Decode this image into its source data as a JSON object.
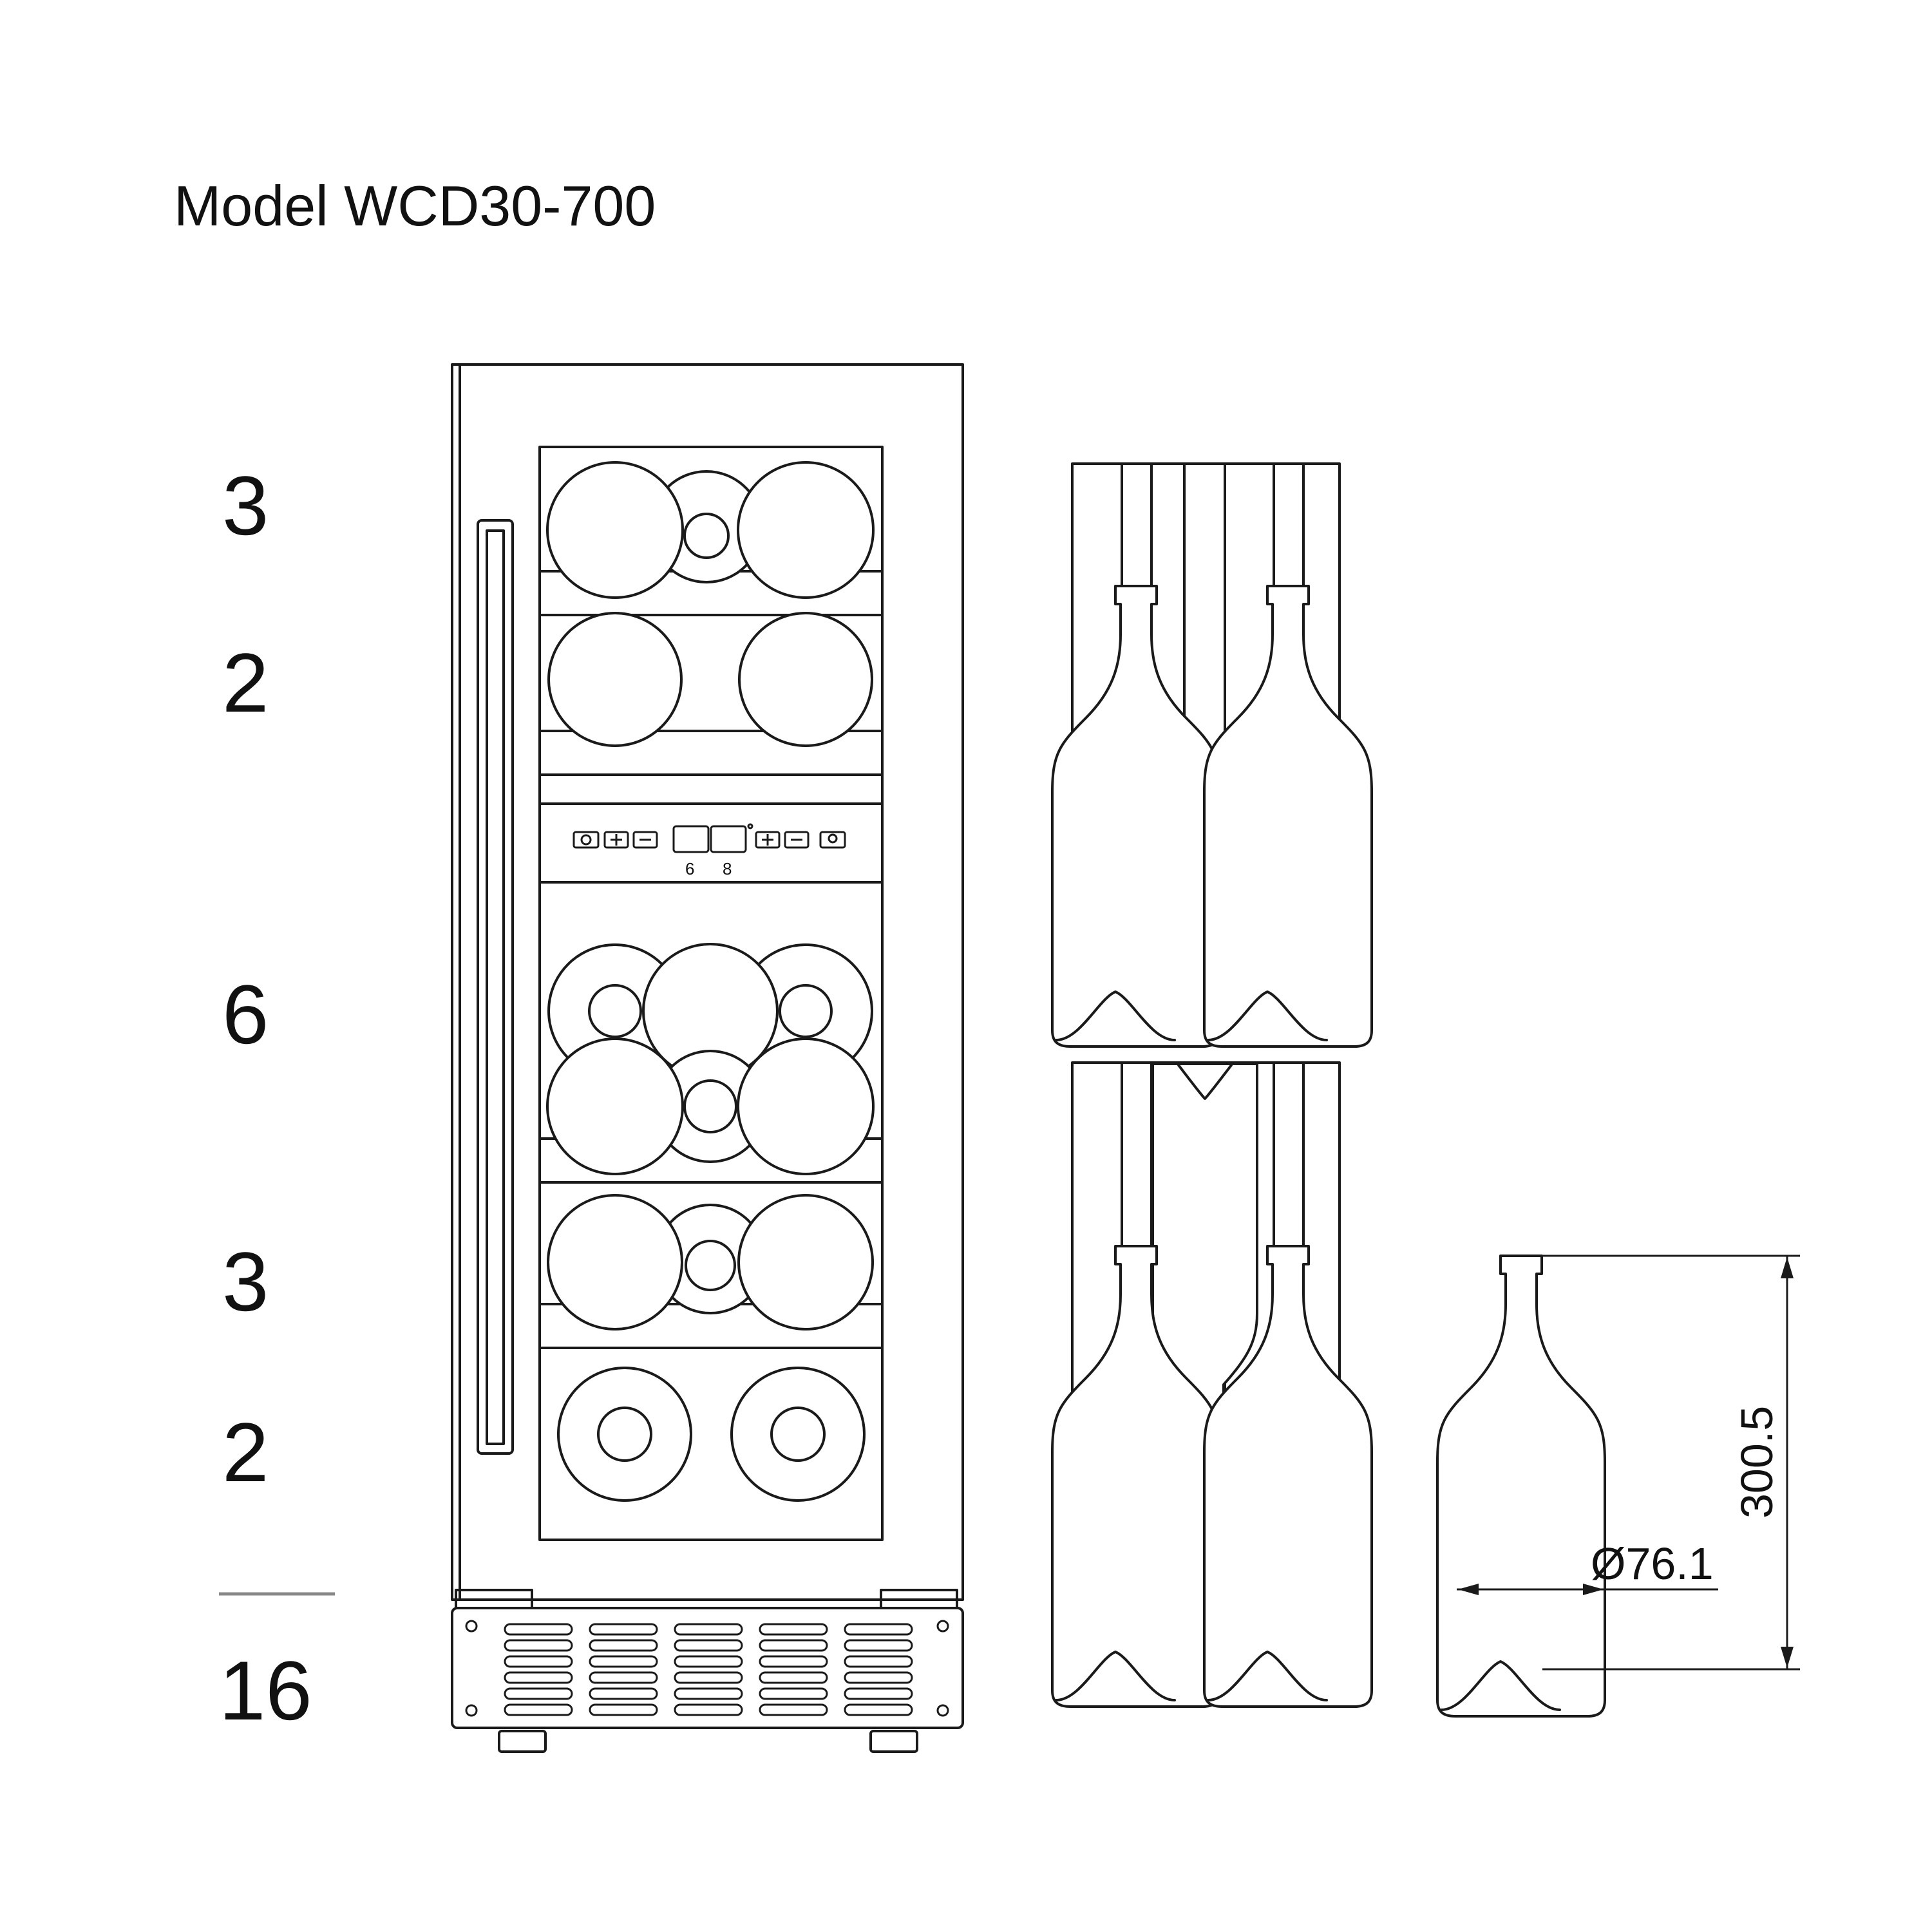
{
  "title": "Model WCD30-700",
  "shelf_counts": [
    "3",
    "2",
    "6",
    "3",
    "2"
  ],
  "total_count": "16",
  "panel": {
    "left_zone_digit": "6",
    "right_zone_digit": "8"
  },
  "bottle_dimensions": {
    "height_label": "300.5",
    "diameter_label": "Ø76.1"
  }
}
